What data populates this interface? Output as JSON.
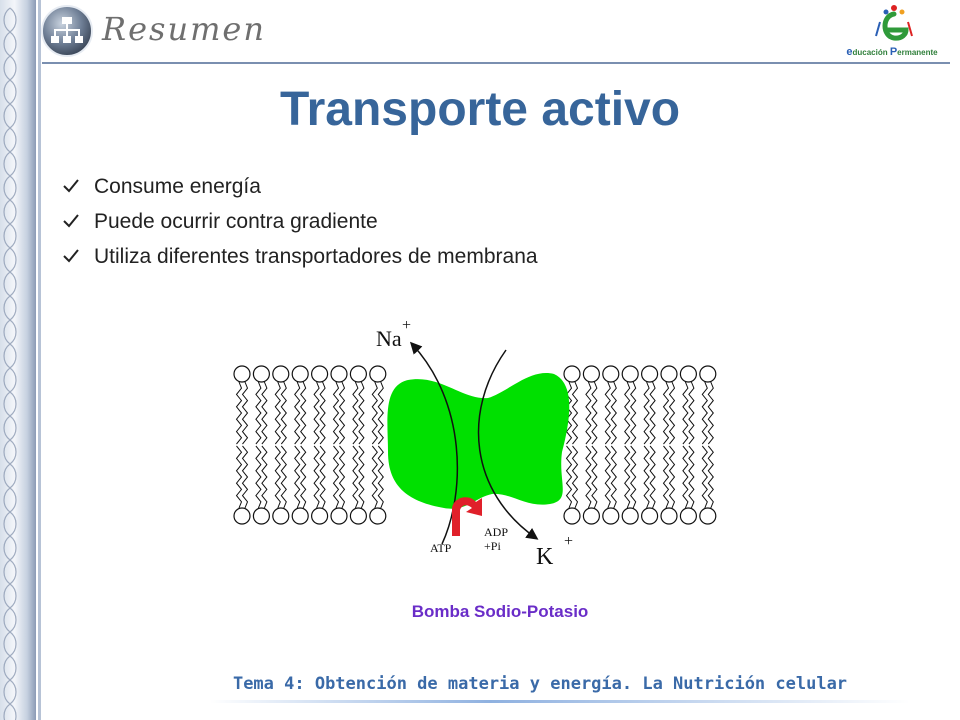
{
  "header": {
    "section_label": "Resumen",
    "logo_text_1": "ducación ",
    "logo_text_2": "ermanente"
  },
  "title": "Transporte activo",
  "bullets": [
    "Consume energía",
    "Puede ocurrir contra gradiente",
    "Utiliza diferentes transportadores de membrana"
  ],
  "diagram": {
    "ion_top": "Na",
    "ion_top_charge": "+",
    "ion_bottom": "K",
    "ion_bottom_charge": "+",
    "atp_label": "ATP",
    "adp_label": "ADP",
    "pi_label": "+Pi",
    "protein_color": "#00e000",
    "atp_arrow_color": "#e0202a"
  },
  "caption": "Bomba Sodio-Potasio",
  "footer": "Tema 4: Obtención de materia y energía. La Nutrición celular"
}
